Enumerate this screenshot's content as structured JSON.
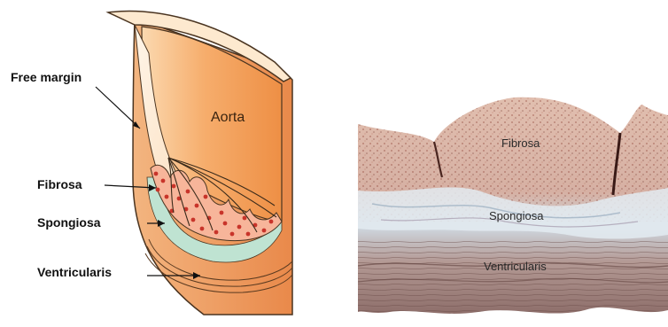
{
  "diagram": {
    "labels": {
      "free_margin": "Free margin",
      "fibrosa": "Fibrosa",
      "spongiosa": "Spongiosa",
      "ventricularis": "Ventricularis",
      "aorta": "Aorta"
    },
    "colors": {
      "aorta_fill": "#f4a163",
      "aorta_fill_light": "#fbd2a4",
      "outline": "#3a2a1a",
      "fibrosa_dots": "#c8342a",
      "spongiosa_fill": "#bfe3d2"
    }
  },
  "micrograph": {
    "labels": {
      "fibrosa": "Fibrosa",
      "spongiosa": "Spongiosa",
      "ventricularis": "Ventricularis"
    },
    "colors": {
      "tissue_pink": "#d9b6a8",
      "tissue_blue": "#c9d3de",
      "tissue_dark": "#7a5a55"
    }
  }
}
